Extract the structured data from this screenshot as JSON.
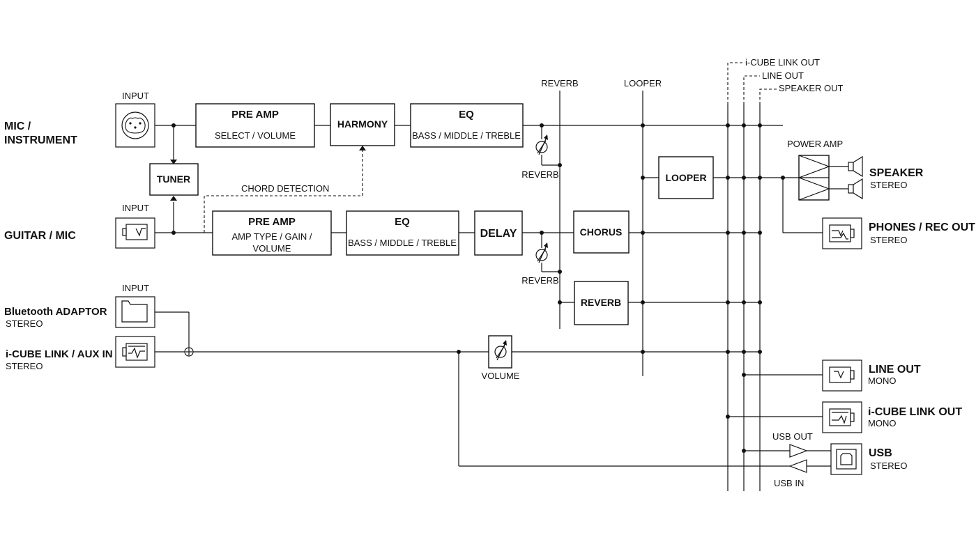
{
  "inputs": {
    "mic_instrument": {
      "line1": "MIC /",
      "line2": "INSTRUMENT",
      "jack_label": "INPUT"
    },
    "guitar_mic": {
      "label": "GUITAR / MIC",
      "jack_label": "INPUT"
    },
    "bluetooth": {
      "label": "Bluetooth ADAPTOR",
      "sub": "STEREO",
      "jack_label": "INPUT"
    },
    "aux": {
      "label": "i-CUBE LINK / AUX IN",
      "sub": "STEREO"
    }
  },
  "blocks": {
    "preamp1": {
      "title": "PRE AMP",
      "sub": "SELECT / VOLUME"
    },
    "harmony": {
      "title": "HARMONY"
    },
    "eq1": {
      "title": "EQ",
      "sub": "BASS / MIDDLE / TREBLE"
    },
    "tuner": {
      "title": "TUNER"
    },
    "preamp2": {
      "title": "PRE AMP",
      "sub1": "AMP TYPE / GAIN /",
      "sub2": "VOLUME"
    },
    "eq2": {
      "title": "EQ",
      "sub": "BASS / MIDDLE / TREBLE"
    },
    "delay": {
      "title": "DELAY"
    },
    "chorus": {
      "title": "CHORUS"
    },
    "reverb": {
      "title": "REVERB"
    },
    "looper": {
      "title": "LOOPER"
    }
  },
  "labels": {
    "chord_detection": "CHORD DETECTION",
    "reverb_bus": "REVERB",
    "looper_bus": "LOOPER",
    "reverb_send1": "REVERB",
    "reverb_send2": "REVERB",
    "volume": "VOLUME",
    "power_amp": "POWER AMP",
    "icube_link_out_bus": "i-CUBE LINK OUT",
    "line_out_bus": "LINE OUT",
    "speaker_out_bus": "SPEAKER OUT",
    "usb_out": "USB OUT",
    "usb_in": "USB IN"
  },
  "outputs": {
    "speaker": {
      "label": "SPEAKER",
      "sub": "STEREO"
    },
    "phones": {
      "label": "PHONES / REC OUT",
      "sub": "STEREO"
    },
    "line_out": {
      "label": "LINE OUT",
      "sub": "MONO"
    },
    "icube_out": {
      "label": "i-CUBE LINK OUT",
      "sub": "MONO"
    },
    "usb": {
      "label": "USB",
      "sub": "STEREO"
    }
  }
}
